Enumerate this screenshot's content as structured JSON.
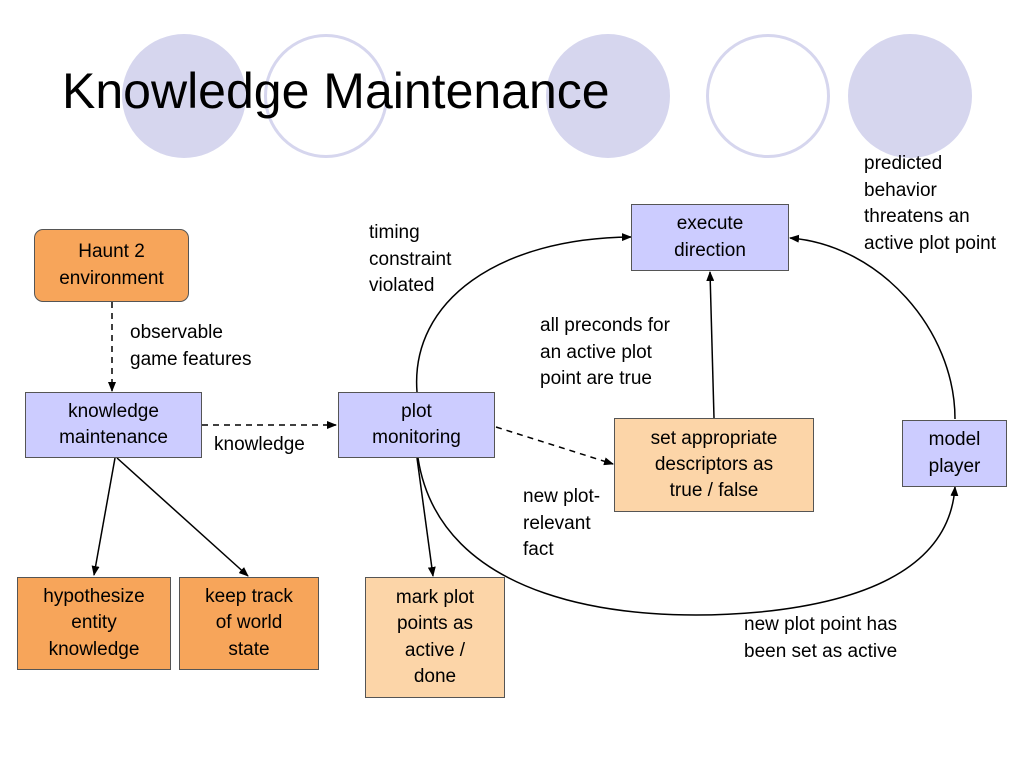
{
  "slide": {
    "title": "Knowledge Maintenance"
  },
  "nodes": {
    "haunt": "Haunt 2\nenvironment",
    "knowledge_maintenance": "knowledge\nmaintenance",
    "plot_monitoring": "plot\nmonitoring",
    "execute_direction": "execute\ndirection",
    "set_descriptors": "set appropriate\ndescriptors as\ntrue / false",
    "model_player": "model\nplayer",
    "hypothesize": "hypothesize\nentity\nknowledge",
    "keep_track": "keep track\nof world\nstate",
    "mark_plot": "mark plot\npoints as\nactive /\ndone"
  },
  "edge_labels": {
    "observable": "observable\ngame features",
    "knowledge": "knowledge",
    "timing": "timing\nconstraint\nviolated",
    "preconds": "all preconds for\nan active plot\npoint are true",
    "predicted": "predicted\nbehavior\nthreatens an\nactive plot point",
    "new_fact": "new plot-\nrelevant\nfact",
    "new_point": "new plot point has\nbeen set as active"
  },
  "colors": {
    "blue_node": "#ccccff",
    "orange_node": "#f7a55a",
    "peach_node": "#fcd5a8",
    "decor_circle": "#d6d6ee"
  }
}
